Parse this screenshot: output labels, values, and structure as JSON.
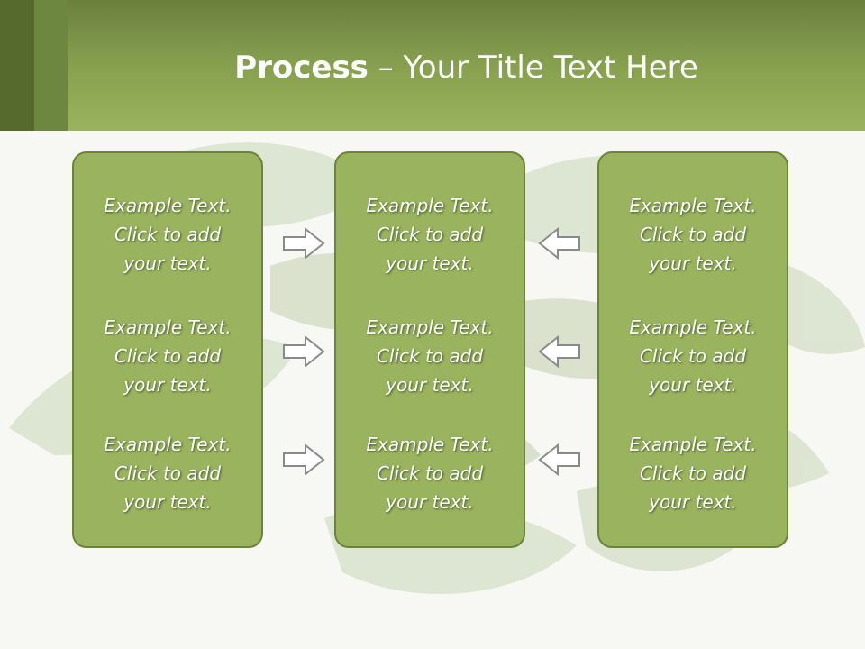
{
  "title": {
    "bold": "Process",
    "rest": " – Your Title Text Here"
  },
  "columns": [
    {
      "items": [
        "Example Text.\nClick  to add\nyour text.",
        "Example Text.\nClick  to add\nyour text.",
        "Example Text.\nClick  to add\nyour text."
      ]
    },
    {
      "items": [
        "Example Text.\nClick  to add\nyour text.",
        "Example Text.\nClick  to add\nyour text.",
        "Example Text.\nClick  to add\nyour text."
      ]
    },
    {
      "items": [
        "Example Text.\nClick  to add\nyour text.",
        "Example Text.\nClick  to add\nyour text.",
        "Example Text.\nClick  to add\nyour text."
      ]
    }
  ],
  "arrows": {
    "left": [
      "right-arrow-icon",
      "right-arrow-icon",
      "right-arrow-icon"
    ],
    "right": [
      "left-arrow-icon",
      "left-arrow-icon",
      "left-arrow-icon"
    ]
  },
  "colors": {
    "header": "#86a04f",
    "box_fill": "#99b35e",
    "box_border": "#6c8437",
    "text": "#ffffff"
  }
}
